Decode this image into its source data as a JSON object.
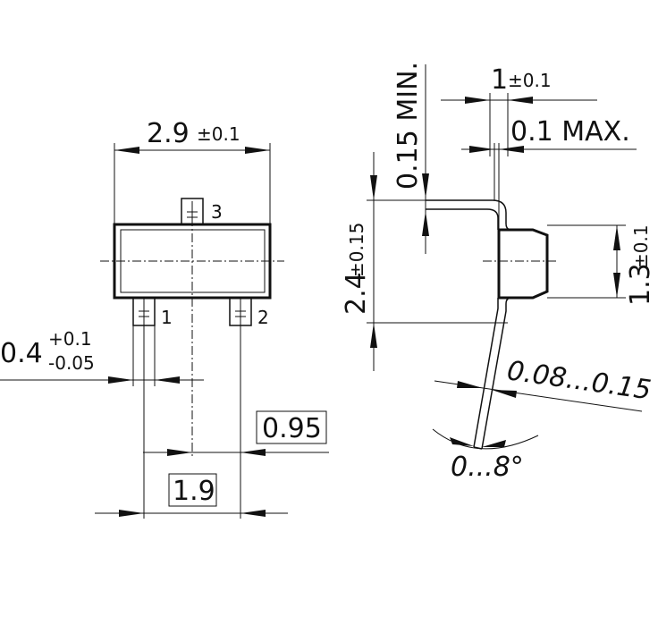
{
  "top_view": {
    "width_value": "2.9",
    "width_tol": "±0.1",
    "pin_width_value": "0.4",
    "pin_width_tol_upper": "+0.1",
    "pin_width_tol_lower": "-0.05",
    "pin_pitch": "0.95",
    "pin_span": "1.9",
    "pin_labels": [
      "1",
      "2",
      "3"
    ]
  },
  "side_view": {
    "overall_height_value": "2.4",
    "overall_height_tol": "±0.15",
    "body_height_value": "1.3",
    "body_height_tol": "±0.1",
    "lead_thickness_value": "1",
    "lead_thickness_tol": "±0.1",
    "standoff_min": "0.15 MIN.",
    "standoff_max": "0.1 MAX.",
    "lead_range": "0.08...0.15",
    "angle_range": "0...8°"
  }
}
